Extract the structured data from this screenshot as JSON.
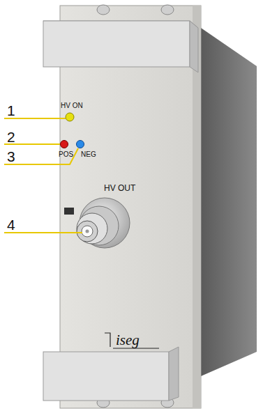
{
  "diagram": {
    "labels": [
      "1",
      "HV ON",
      "2",
      "3",
      "POS",
      "NEG",
      "HV OUT",
      "4",
      "iseg"
    ]
  }
}
